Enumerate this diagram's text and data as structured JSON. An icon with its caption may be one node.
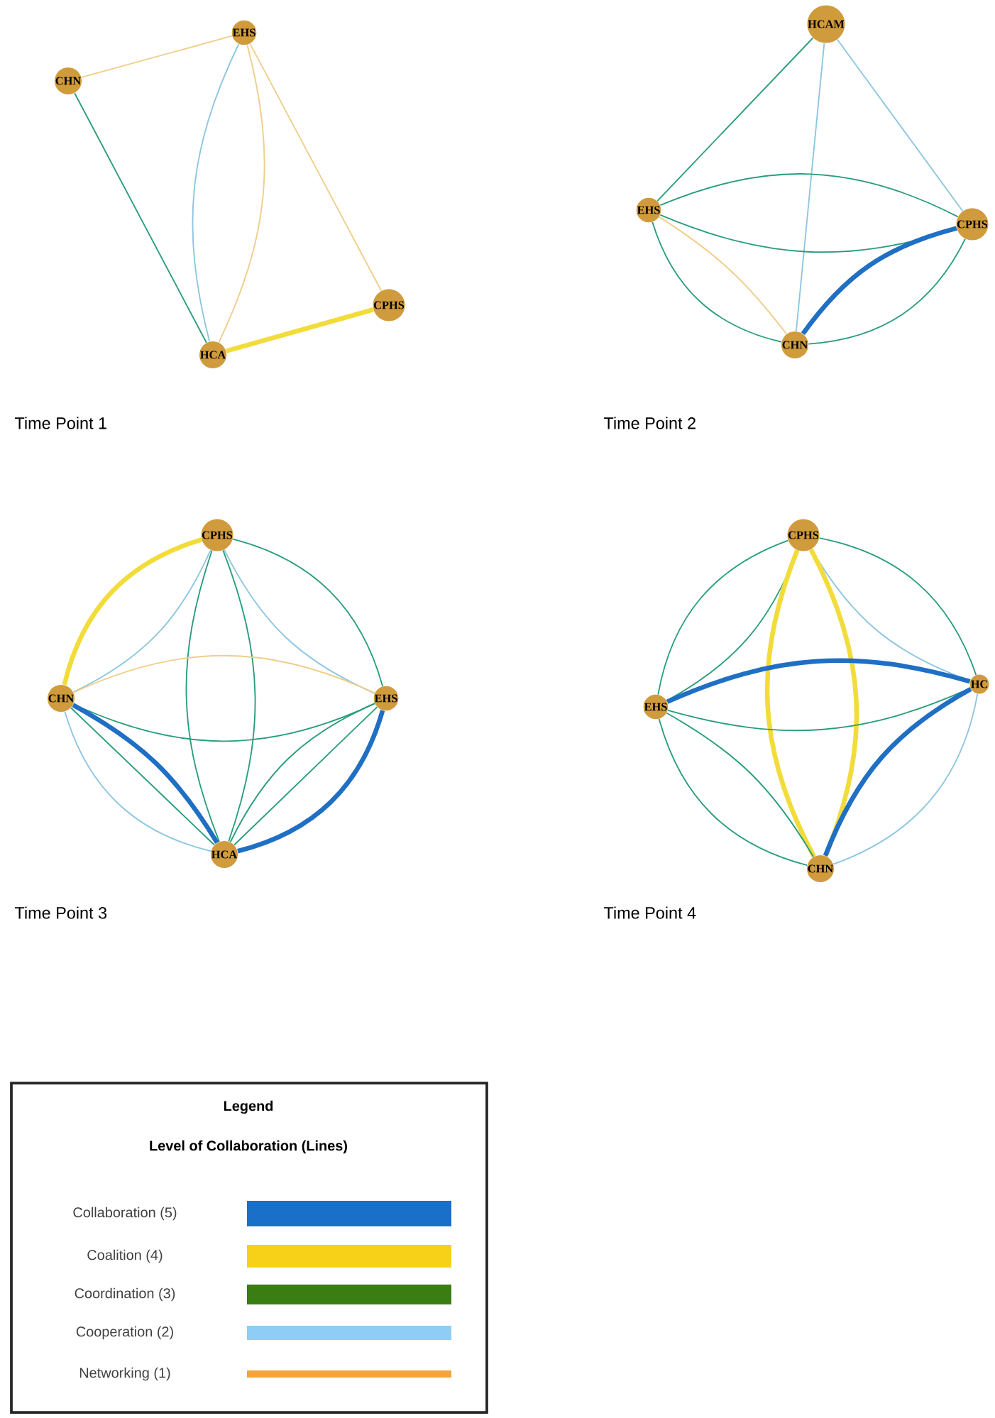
{
  "diagram": {
    "nodes": [
      {
        "text": [
          "CHN"
        ]
      },
      {
        "text": [
          "EHS"
        ]
      },
      {
        "text": [
          "HCA"
        ]
      },
      {
        "text": [
          "CPHS"
        ]
      },
      {
        "text": [
          "HCAM"
        ]
      },
      {
        "text": [
          "EHS"
        ]
      },
      {
        "text": [
          "CPHS"
        ]
      },
      {
        "text": [
          "CHN"
        ]
      },
      {
        "text": [
          "CPHS"
        ]
      },
      {
        "text": [
          "CHN"
        ]
      },
      {
        "text": [
          "EHS"
        ]
      },
      {
        "text": [
          "HCA"
        ]
      },
      {
        "text": [
          "CPHS"
        ]
      },
      {
        "text": [
          "EHS"
        ]
      },
      {
        "text": [
          "HC"
        ]
      },
      {
        "text": [
          "CHN"
        ]
      }
    ],
    "edges": [
      {
        "from": 0,
        "to": 1,
        "arrow": "none",
        "color": "#f0cd8a"
      },
      {
        "from": 0,
        "to": 2,
        "arrow": "none"
      },
      {
        "from": 1,
        "to": 2,
        "arrow": "none",
        "color": "#8ec6e0"
      },
      {
        "from": 1,
        "to": 2,
        "arrow": "none",
        "color": "#f0cd8a"
      },
      {
        "from": 1,
        "to": 3,
        "arrow": "none",
        "color": "#f0cd8a"
      },
      {
        "from": 2,
        "to": 3,
        "arrow": "none",
        "color": "#f2dc3a",
        "style": "thick"
      },
      {
        "from": 4,
        "to": 5,
        "arrow": "none"
      },
      {
        "from": 4,
        "to": 7,
        "arrow": "none",
        "color": "#8ec6e0"
      },
      {
        "from": 4,
        "to": 6,
        "arrow": "none",
        "color": "#8ec6e0"
      },
      {
        "from": 5,
        "to": 6,
        "arrow": "none"
      },
      {
        "from": 5,
        "to": 6,
        "arrow": "none"
      },
      {
        "from": 5,
        "to": 7,
        "arrow": "none"
      },
      {
        "from": 5,
        "to": 7,
        "arrow": "none",
        "color": "#f0cd8a"
      },
      {
        "from": 7,
        "to": 6,
        "arrow": "none",
        "color": "#1f6fc4",
        "style": "thick"
      },
      {
        "from": 7,
        "to": 6,
        "arrow": "none"
      },
      {
        "from": 8,
        "to": 9,
        "arrow": "none",
        "color": "#f2dc3a",
        "style": "thick"
      },
      {
        "from": 8,
        "to": 9,
        "arrow": "none",
        "color": "#8ec6e0"
      },
      {
        "from": 8,
        "to": 10,
        "arrow": "none"
      },
      {
        "from": 8,
        "to": 10,
        "arrow": "none",
        "color": "#8ec6e0"
      },
      {
        "from": 8,
        "to": 11,
        "arrow": "none"
      },
      {
        "from": 8,
        "to": 11,
        "arrow": "none"
      },
      {
        "from": 9,
        "to": 10,
        "arrow": "none",
        "color": "#f0cd8a"
      },
      {
        "from": 9,
        "to": 10,
        "arrow": "none"
      },
      {
        "from": 9,
        "to": 11,
        "arrow": "none",
        "color": "#1f6fc4",
        "style": "thick"
      },
      {
        "from": 9,
        "to": 11,
        "arrow": "none"
      },
      {
        "from": 9,
        "to": 11,
        "arrow": "none",
        "color": "#8ec6e0"
      },
      {
        "from": 10,
        "to": 11,
        "arrow": "none",
        "color": "#1f6fc4",
        "style": "thick"
      },
      {
        "from": 10,
        "to": 11,
        "arrow": "none"
      },
      {
        "from": 10,
        "to": 11,
        "arrow": "none"
      },
      {
        "from": 12,
        "to": 13,
        "arrow": "none"
      },
      {
        "from": 12,
        "to": 13,
        "arrow": "none"
      },
      {
        "from": 12,
        "to": 14,
        "arrow": "none"
      },
      {
        "from": 12,
        "to": 14,
        "arrow": "none",
        "color": "#8ec6e0"
      },
      {
        "from": 12,
        "to": 15,
        "arrow": "none",
        "color": "#f2dc3a",
        "style": "thick"
      },
      {
        "from": 12,
        "to": 15,
        "arrow": "none",
        "color": "#f2dc3a",
        "style": "thick"
      },
      {
        "from": 13,
        "to": 14,
        "arrow": "none",
        "color": "#1f6fc4",
        "style": "thick"
      },
      {
        "from": 13,
        "to": 14,
        "arrow": "none"
      },
      {
        "from": 13,
        "to": 15,
        "arrow": "none"
      },
      {
        "from": 13,
        "to": 15,
        "arrow": "none"
      },
      {
        "from": 14,
        "to": 15,
        "arrow": "none",
        "color": "#1f6fc4",
        "style": "thick"
      },
      {
        "from": 14,
        "to": 15,
        "arrow": "none",
        "color": "#8ec6e0"
      }
    ],
    "labels": [
      "Time Point 1",
      "Time Point 2",
      "Time Point 3",
      "Time Point 4",
      "Legend",
      "Level of Collaboration (Lines)"
    ],
    "legend": [
      {
        "text": "Collaboration (5)",
        "color": "#1a6fc9"
      },
      {
        "text": "Coalition (4)",
        "color": "#f7d117"
      },
      {
        "text": "Coordination (3)",
        "color": "#3a7d12"
      },
      {
        "text": "Cooperation (2)",
        "color": "#8ecdf5"
      },
      {
        "text": "Networking (1)",
        "color": "#f4a43a"
      }
    ]
  }
}
